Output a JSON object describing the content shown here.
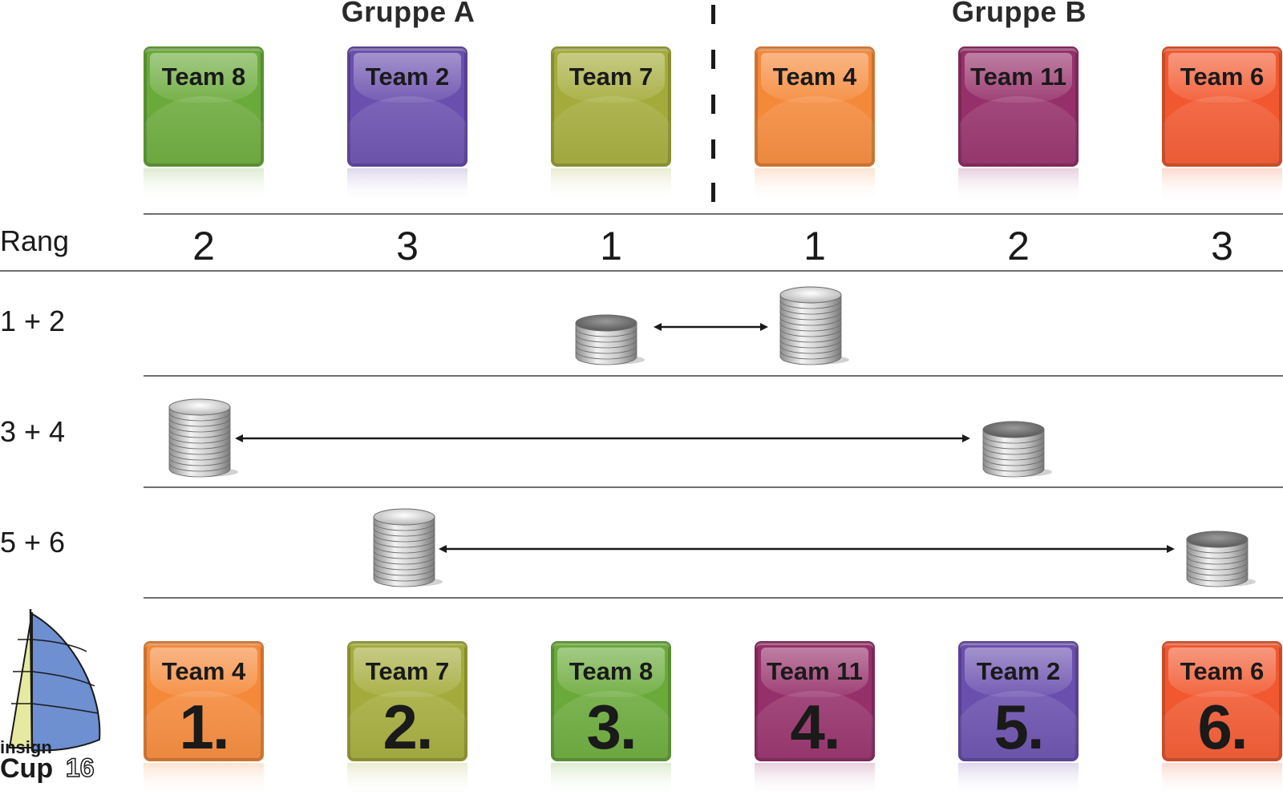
{
  "groups": {
    "a": "Gruppe A",
    "b": "Gruppe B"
  },
  "colors": {
    "green": "#6aaa3a",
    "purple": "#6a4fae",
    "olive": "#a4ab3a",
    "orange": "#f5893a",
    "magenta": "#96306a",
    "red": "#f2582f"
  },
  "top_teams": [
    {
      "name": "Team 8",
      "color": "#6aaa3a"
    },
    {
      "name": "Team 2",
      "color": "#6a4fae"
    },
    {
      "name": "Team 7",
      "color": "#a4ab3a"
    },
    {
      "name": "Team 4",
      "color": "#f5893a"
    },
    {
      "name": "Team 11",
      "color": "#96306a"
    },
    {
      "name": "Team 6",
      "color": "#f2582f"
    }
  ],
  "rank_label": "Rang",
  "ranks": [
    "2",
    "3",
    "1",
    "1",
    "2",
    "3"
  ],
  "matches": [
    {
      "label": "1 + 2"
    },
    {
      "label": "3 + 4"
    },
    {
      "label": "5 + 6"
    }
  ],
  "final_standings": [
    {
      "name": "Team 4",
      "place": "1.",
      "color": "#f5893a"
    },
    {
      "name": "Team 7",
      "place": "2.",
      "color": "#a4ab3a"
    },
    {
      "name": "Team 8",
      "place": "3.",
      "color": "#6aaa3a"
    },
    {
      "name": "Team 11",
      "place": "4.",
      "color": "#96306a"
    },
    {
      "name": "Team 2",
      "place": "5.",
      "color": "#6a4fae"
    },
    {
      "name": "Team 6",
      "place": "6.",
      "color": "#f2582f"
    }
  ],
  "logo": {
    "top": "insign",
    "bottom": "Cup",
    "year": "16"
  }
}
